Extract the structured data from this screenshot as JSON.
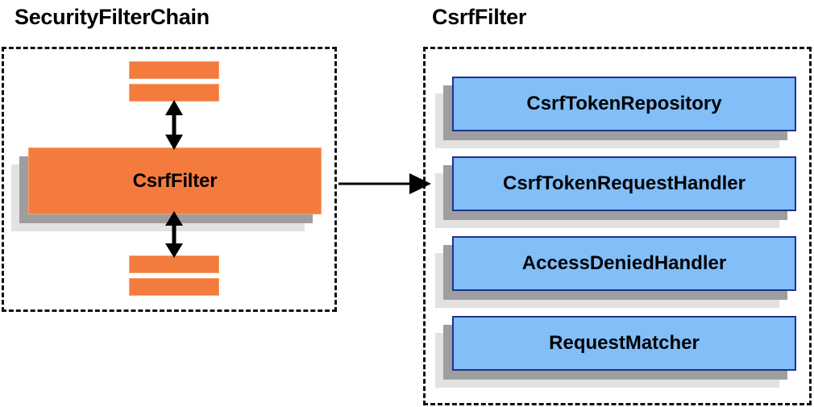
{
  "diagram": {
    "title_left": "SecurityFilterChain",
    "title_right": "CsrfFilter",
    "background_color": "#ffffff",
    "orange_color": "#f47b3e",
    "orange_border_color": "#f9a06f",
    "blue_color": "#82bef8",
    "blue_border_color": "#21318c",
    "shadow_dark_color": "#9e9e9e",
    "shadow_light_color": "#e2e2e2",
    "panel_border_color": "#111111",
    "text_color": "#000000"
  },
  "left_panel": {
    "title": "SecurityFilterChain",
    "main_box": {
      "label": "CsrfFilter"
    },
    "stub_bars": [
      {
        "position": "top-1"
      },
      {
        "position": "top-2"
      },
      {
        "position": "bottom-1"
      },
      {
        "position": "bottom-2"
      }
    ],
    "connectors": [
      {
        "name": "double-arrow-above-csrffilter",
        "direction": "vertical-bidirectional"
      },
      {
        "name": "double-arrow-below-csrffilter",
        "direction": "vertical-bidirectional"
      }
    ]
  },
  "right_panel": {
    "title": "CsrfFilter",
    "collaborators": [
      {
        "label": "CsrfTokenRepository"
      },
      {
        "label": "CsrfTokenRequestHandler"
      },
      {
        "label": "AccessDeniedHandler"
      },
      {
        "label": "RequestMatcher"
      }
    ]
  },
  "link": {
    "name": "csrffilter-to-detail-arrow",
    "direction": "left-to-right",
    "from": "CsrfFilter",
    "to": "CsrfFilter"
  }
}
